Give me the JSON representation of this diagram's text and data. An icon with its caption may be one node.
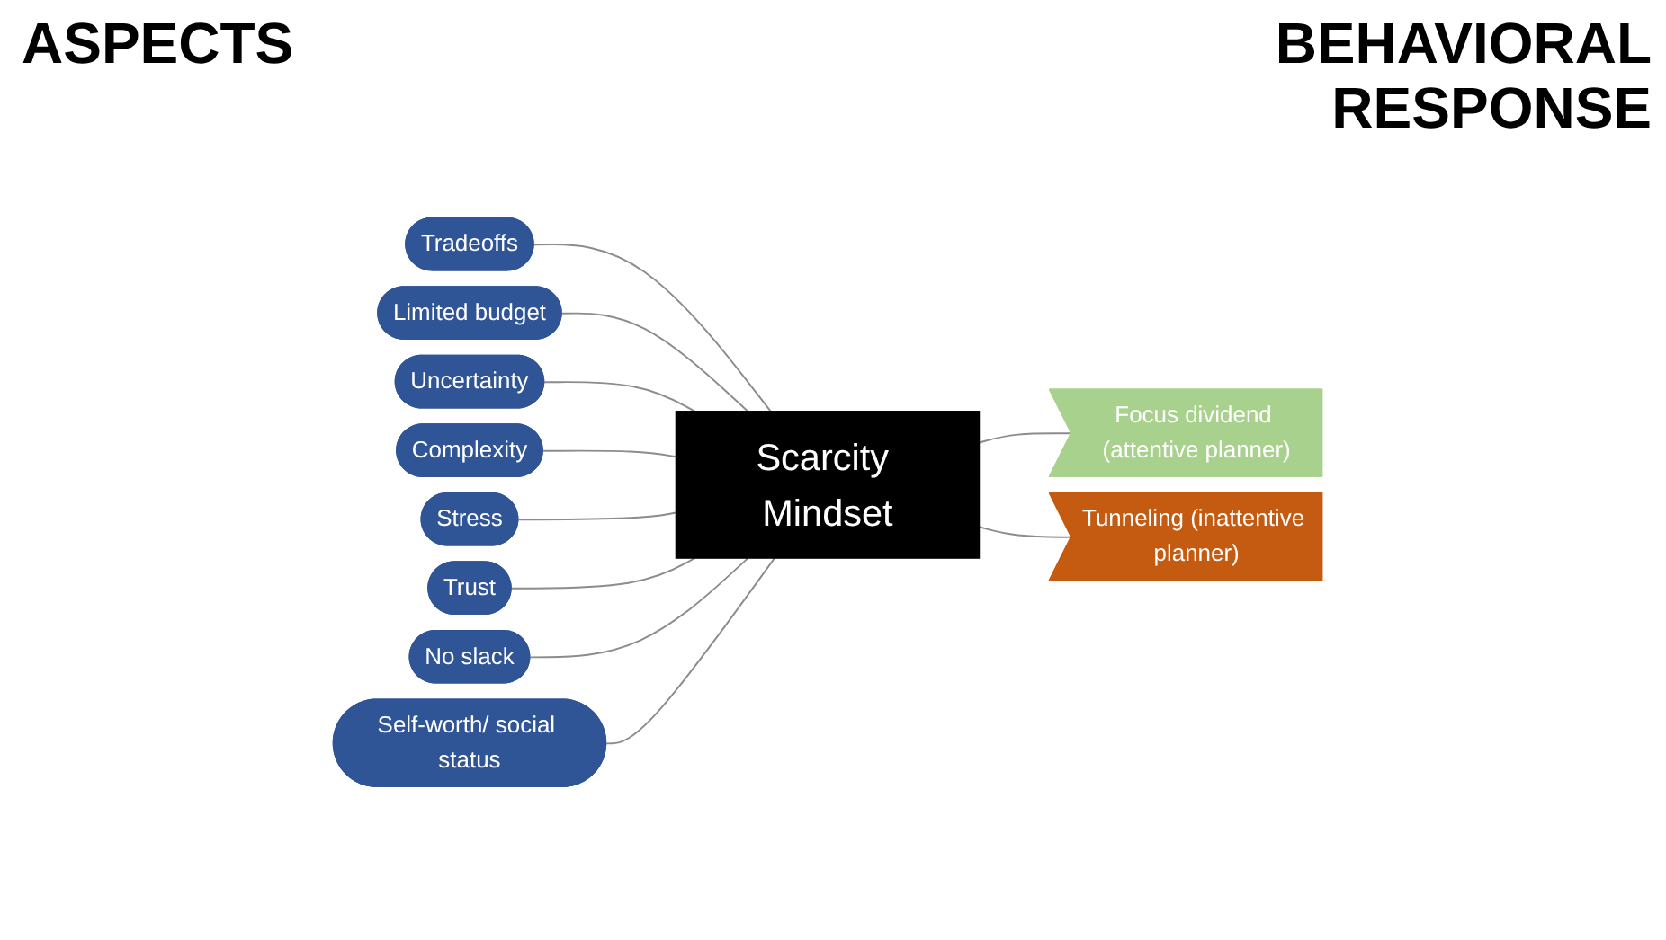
{
  "diagram": {
    "nodes": [
      {
        "text": [
          "Tradeoffs"
        ]
      },
      {
        "text": [
          "Limited budget"
        ]
      },
      {
        "text": [
          "Uncertainty"
        ]
      },
      {
        "text": [
          "Focus dividend (attentive planner)"
        ]
      },
      {
        "text": [
          "Complexity"
        ]
      },
      {
        "text": [
          "Scarcity Mindset"
        ]
      },
      {
        "text": [
          "Tunneling (inattentive planner)"
        ]
      },
      {
        "text": [
          "Stress"
        ]
      },
      {
        "text": [
          "Trust"
        ]
      },
      {
        "text": [
          "No slack"
        ]
      },
      {
        "text": [
          "Self-worth/ social status"
        ]
      }
    ],
    "edges": [
      {
        "from": 0,
        "to": 5,
        "arrow": "none"
      },
      {
        "from": 1,
        "to": 5,
        "arrow": "none"
      },
      {
        "from": 2,
        "to": 5,
        "arrow": "none"
      },
      {
        "from": 5,
        "to": 3,
        "arrow": "none"
      },
      {
        "from": 4,
        "to": 5,
        "arrow": "none"
      },
      {
        "from": 5,
        "to": 6,
        "arrow": "none"
      },
      {
        "from": 7,
        "to": 5,
        "arrow": "none"
      },
      {
        "from": 8,
        "to": 5,
        "arrow": "none"
      },
      {
        "from": 9,
        "to": 5,
        "arrow": "none"
      },
      {
        "from": 10,
        "to": 5,
        "arrow": "none"
      }
    ],
    "labels": [
      "ASPECTS",
      "BEHAVIORAL RESPONSE"
    ]
  }
}
